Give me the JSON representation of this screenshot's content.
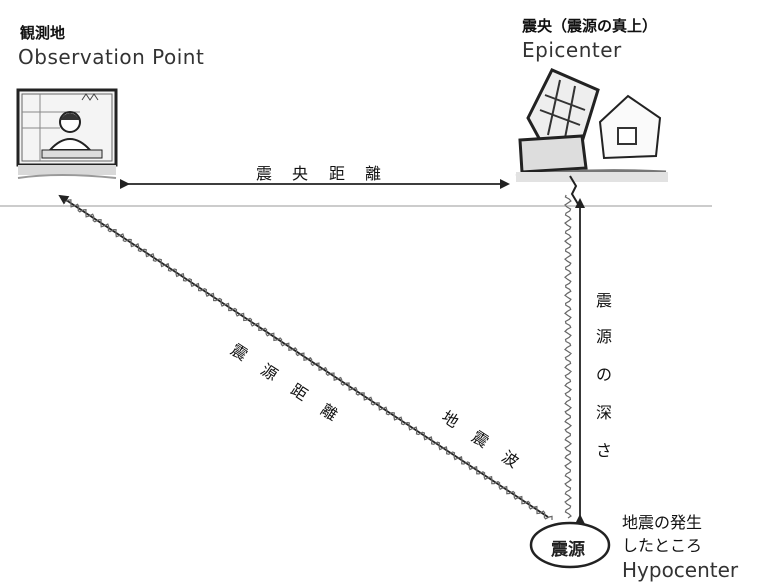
{
  "observation": {
    "jp": "観測地",
    "en": "Observation Point"
  },
  "epicenter": {
    "jp": "震央（震源の真上）",
    "en": "Epicenter"
  },
  "epicentral_distance": {
    "chars": [
      "震",
      "央",
      "距",
      "離"
    ]
  },
  "hypocentral_distance": {
    "chars": [
      "震",
      "源",
      "距",
      "離"
    ]
  },
  "seismic_wave": {
    "chars": [
      "地",
      "震",
      "波"
    ]
  },
  "focal_depth": {
    "chars": [
      "震",
      "源",
      "の",
      "深",
      "さ"
    ]
  },
  "hypocenter": {
    "ellipse": "震源",
    "jp_line1": "地震の発生",
    "jp_line2": "したところ",
    "en": "Hypocenter"
  }
}
